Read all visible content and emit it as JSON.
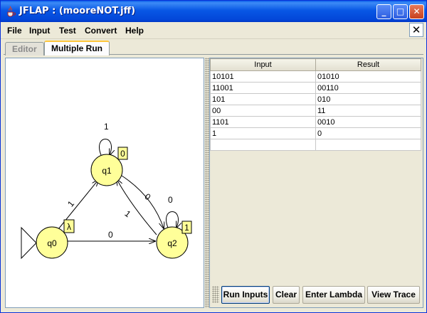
{
  "window": {
    "title": "JFLAP : (mooreNOT.jff)"
  },
  "menu": [
    "File",
    "Input",
    "Test",
    "Convert",
    "Help"
  ],
  "tabs": [
    {
      "label": "Editor",
      "active": false
    },
    {
      "label": "Multiple Run",
      "active": true
    }
  ],
  "automaton": {
    "states": [
      {
        "id": "q0",
        "label": "q0",
        "output": "λ",
        "initial": true
      },
      {
        "id": "q1",
        "label": "q1",
        "output": "0",
        "initial": false
      },
      {
        "id": "q2",
        "label": "q2",
        "output": "1",
        "initial": false
      }
    ],
    "transitions": [
      {
        "from": "q0",
        "to": "q1",
        "label": "1"
      },
      {
        "from": "q0",
        "to": "q2",
        "label": "0"
      },
      {
        "from": "q1",
        "to": "q1",
        "label": "1"
      },
      {
        "from": "q1",
        "to": "q2",
        "label": "0"
      },
      {
        "from": "q2",
        "to": "q1",
        "label": "1"
      },
      {
        "from": "q2",
        "to": "q2",
        "label": "0"
      }
    ],
    "colors": {
      "state_fill": "#FFFF99",
      "output_fill": "#FFFF99"
    }
  },
  "table": {
    "headers": [
      "Input",
      "Result"
    ],
    "rows": [
      [
        "10101",
        "01010"
      ],
      [
        "11001",
        "00110"
      ],
      [
        "101",
        "010"
      ],
      [
        "00",
        "11"
      ],
      [
        "1101",
        "0010"
      ],
      [
        "1",
        "0"
      ],
      [
        "",
        ""
      ]
    ]
  },
  "buttons": {
    "run_inputs": "Run Inputs",
    "clear": "Clear",
    "enter_lambda": "Enter Lambda",
    "view_trace": "View Trace"
  },
  "titlebar_buttons": {
    "minimize": "_",
    "maximize": "□",
    "close": "✕"
  },
  "doc_close": "✕"
}
